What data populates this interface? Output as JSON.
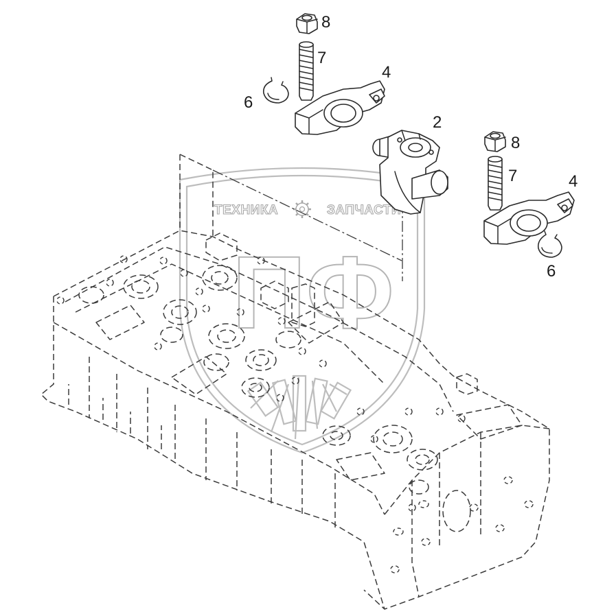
{
  "watermark": {
    "text_left": "ТЕХНИКА",
    "text_right": "ЗАПЧАСТИ",
    "letters": "ПФ",
    "icon": "gear-icon"
  },
  "callouts": [
    {
      "id": "c8a",
      "label": "8"
    },
    {
      "id": "c7a",
      "label": "7"
    },
    {
      "id": "c6a",
      "label": "6"
    },
    {
      "id": "c4a",
      "label": "4"
    },
    {
      "id": "c2",
      "label": "2"
    },
    {
      "id": "c8b",
      "label": "8"
    },
    {
      "id": "c7b",
      "label": "7"
    },
    {
      "id": "c4b",
      "label": "4"
    },
    {
      "id": "c6b",
      "label": "6"
    }
  ]
}
